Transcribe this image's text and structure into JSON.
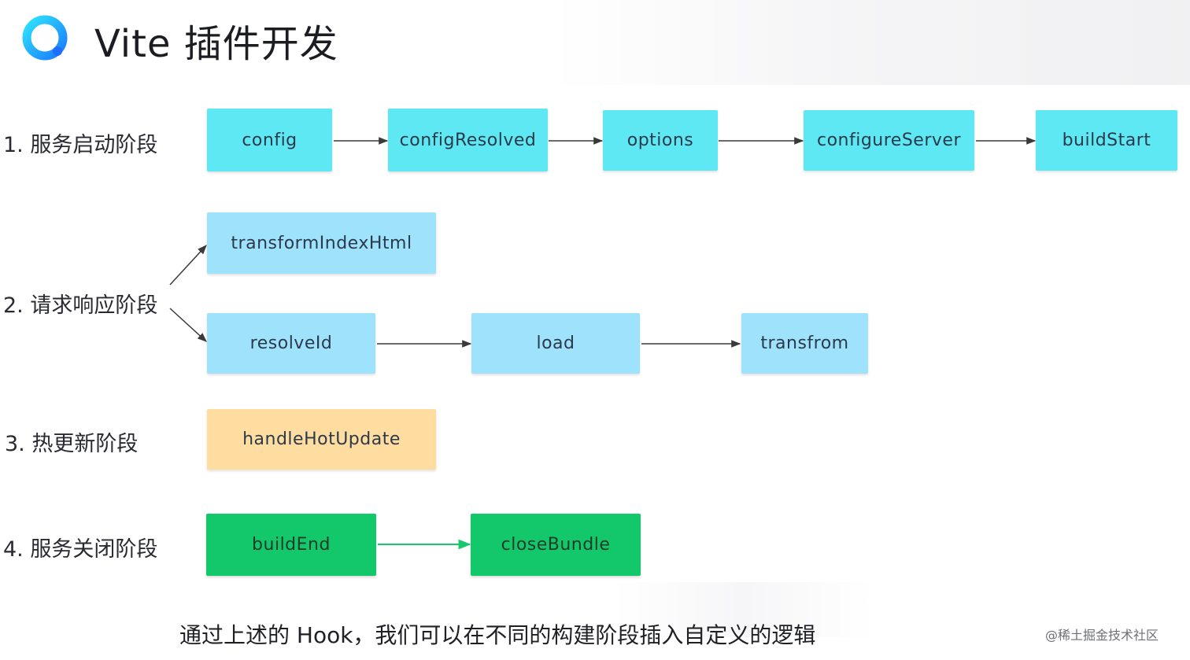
{
  "header": {
    "title": "Vite 插件开发",
    "logo_icon": "vite-q-logo-icon"
  },
  "colors": {
    "cyan_node": "#5ee8f3",
    "blue_node": "#9ee2fb",
    "orange_node": "#ffdca0",
    "green_node": "#13c86a",
    "arrow": "#3a3a3a",
    "green_arrow": "#17c96c"
  },
  "stages": [
    {
      "label": "1. 服务启动阶段",
      "hooks": [
        "config",
        "configResolved",
        "options",
        "configureServer",
        "buildStart"
      ]
    },
    {
      "label": "2. 请求响应阶段",
      "hooks": [
        "transformIndexHtml",
        "resolveId",
        "load",
        "transfrom"
      ]
    },
    {
      "label": "3. 热更新阶段",
      "hooks": [
        "handleHotUpdate"
      ]
    },
    {
      "label": "4. 服务关闭阶段",
      "hooks": [
        "buildEnd",
        "closeBundle"
      ]
    }
  ],
  "caption": "通过上述的 Hook，我们可以在不同的构建阶段插入自定义的逻辑",
  "watermark": "@稀土掘金技术社区"
}
